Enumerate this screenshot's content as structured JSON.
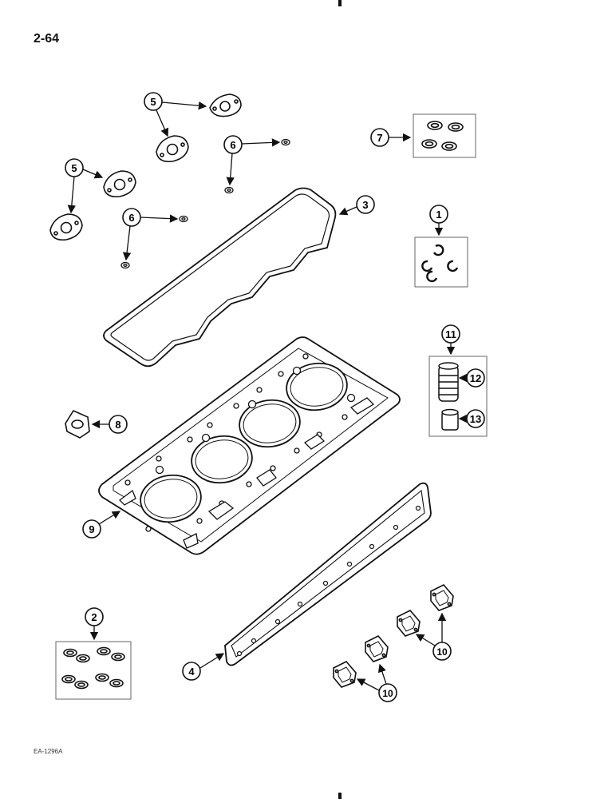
{
  "page": {
    "number": "2-64",
    "figure_code": "EA-1296A"
  },
  "callouts": {
    "c1": "1",
    "c2": "2",
    "c3": "3",
    "c4": "4",
    "c5a": "5",
    "c5b": "5",
    "c6a": "6",
    "c6b": "6",
    "c7": "7",
    "c8": "8",
    "c9": "9",
    "c10a": "10",
    "c10b": "10",
    "c11": "11",
    "c12": "12",
    "c13": "13"
  }
}
